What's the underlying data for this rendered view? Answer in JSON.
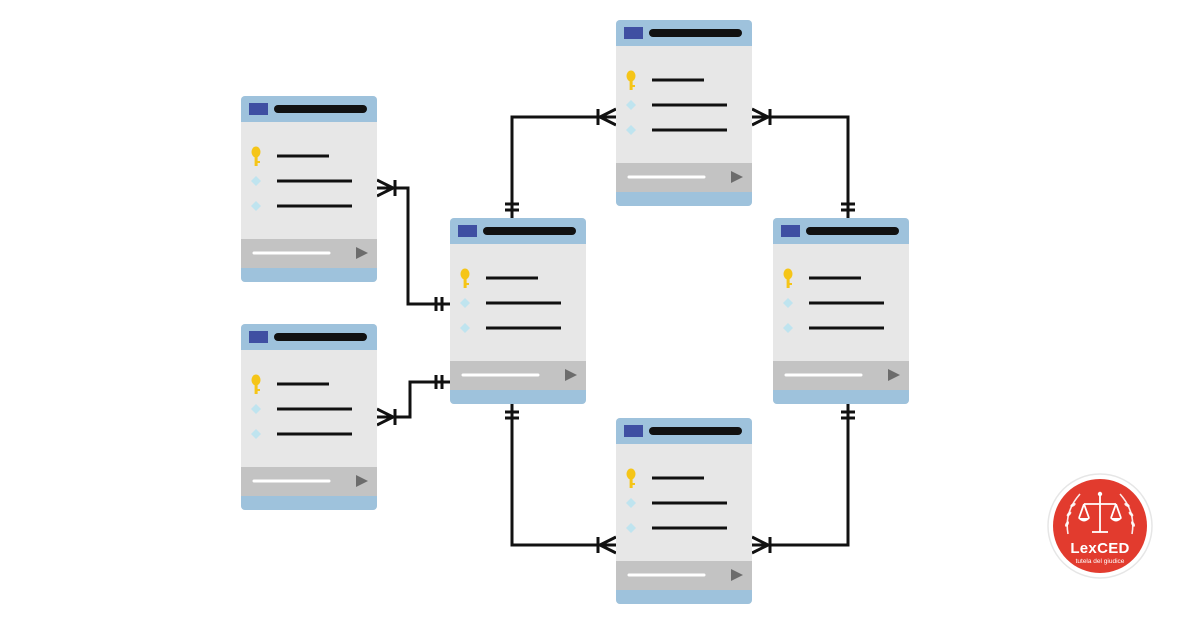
{
  "diagram": {
    "type": "entity-relationship",
    "tables": [
      {
        "id": "top-left",
        "fields": [
          "primary-key",
          "field",
          "field"
        ]
      },
      {
        "id": "bottom-left",
        "fields": [
          "primary-key",
          "field",
          "field"
        ]
      },
      {
        "id": "center",
        "fields": [
          "primary-key",
          "field",
          "field"
        ]
      },
      {
        "id": "top",
        "fields": [
          "primary-key",
          "field",
          "field"
        ]
      },
      {
        "id": "right",
        "fields": [
          "primary-key",
          "field",
          "field"
        ]
      },
      {
        "id": "bottom",
        "fields": [
          "primary-key",
          "field",
          "field"
        ]
      }
    ],
    "relationships": [
      {
        "from": "top-left",
        "to": "center",
        "from_end": "many",
        "to_end": "one"
      },
      {
        "from": "bottom-left",
        "to": "center",
        "from_end": "many",
        "to_end": "one"
      },
      {
        "from": "center",
        "to": "top",
        "from_end": "one",
        "to_end": "many"
      },
      {
        "from": "top",
        "to": "right",
        "from_end": "many",
        "to_end": "one"
      },
      {
        "from": "center",
        "to": "bottom",
        "from_end": "one",
        "to_end": "many"
      },
      {
        "from": "bottom",
        "to": "right",
        "from_end": "many",
        "to_end": "one"
      }
    ]
  },
  "colors": {
    "header": "#9ec2dc",
    "header_icon": "#3f4fa2",
    "body": "#e7e7e7",
    "footer": "#c3c3c3",
    "line": "#111111",
    "key": "#f5c518",
    "diamond": "#bfe4ef",
    "logo_red": "#e23b2e"
  },
  "icons": {
    "key": "key-icon",
    "field": "diamond-icon",
    "scroll": "play-triangle-icon",
    "logo": "scales-of-justice-icon"
  },
  "logo": {
    "brand": "LexCED",
    "tagline": "tutela del giudice"
  }
}
